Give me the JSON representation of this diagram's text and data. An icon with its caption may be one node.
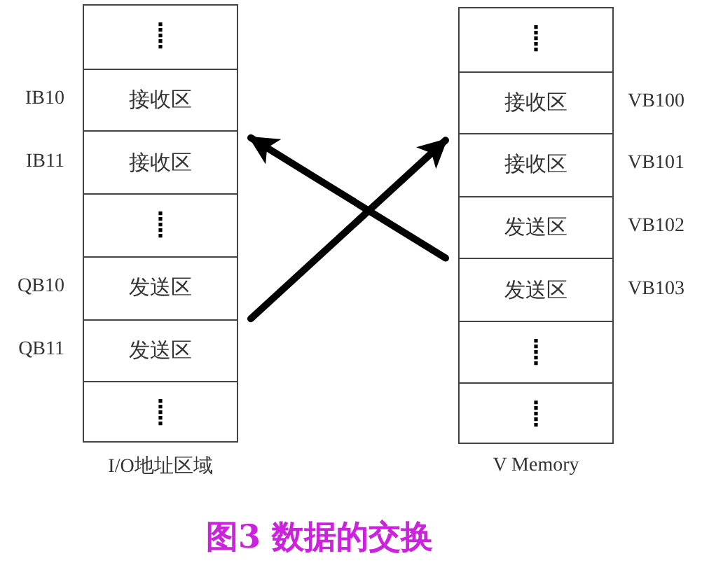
{
  "diagram": {
    "caption": "图3 数据的交换",
    "nodes": [
      {
        "text": [
          "I/O地址区域"
        ]
      },
      {
        "text": [],
        "shape": "box",
        "in": 0
      },
      {
        "text": [
          "接收区"
        ],
        "beside": [
          "IB10"
        ],
        "in": 0
      },
      {
        "text": [
          "接收区"
        ],
        "beside": [
          "IB11"
        ],
        "in": 0
      },
      {
        "text": [],
        "shape": "box",
        "in": 0
      },
      {
        "text": [
          "发送区"
        ],
        "beside": [
          "QB10"
        ],
        "in": 0
      },
      {
        "text": [
          "发送区"
        ],
        "beside": [
          "QB11"
        ],
        "in": 0
      },
      {
        "text": [],
        "shape": "box",
        "in": 0
      },
      {
        "text": [
          "V Memory"
        ]
      },
      {
        "text": [],
        "shape": "box",
        "in": 8
      },
      {
        "text": [
          "接收区"
        ],
        "beside": [
          "VB100"
        ],
        "in": 8
      },
      {
        "text": [
          "接收区"
        ],
        "beside": [
          "VB101"
        ],
        "in": 8
      },
      {
        "text": [
          "发送区"
        ],
        "beside": [
          "VB102"
        ],
        "in": 8
      },
      {
        "text": [
          "发送区"
        ],
        "beside": [
          "VB103"
        ],
        "in": 8
      },
      {
        "text": [],
        "shape": "box",
        "in": 8
      },
      {
        "text": [],
        "shape": "box",
        "in": 8
      }
    ],
    "edges": [
      {
        "from": 5,
        "to": 11,
        "arrow": "to"
      },
      {
        "from": 12,
        "to": 3,
        "arrow": "to"
      }
    ]
  }
}
